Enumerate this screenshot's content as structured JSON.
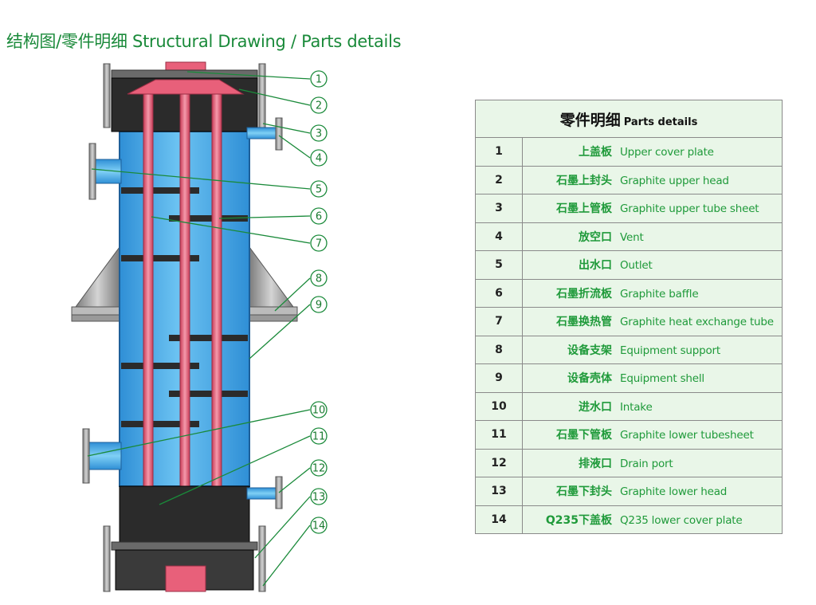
{
  "title": "结构图/零件明细 Structural Drawing / Parts details",
  "table": {
    "header_zh": "零件明细",
    "header_en": "Parts details",
    "rows": [
      {
        "num": "1",
        "zh": "上盖板",
        "en": "Upper cover plate"
      },
      {
        "num": "2",
        "zh": "石墨上封头",
        "en": "Graphite upper head"
      },
      {
        "num": "3",
        "zh": "石墨上管板",
        "en": "Graphite upper tube sheet"
      },
      {
        "num": "4",
        "zh": "放空口",
        "en": "Vent"
      },
      {
        "num": "5",
        "zh": "出水口",
        "en": "Outlet"
      },
      {
        "num": "6",
        "zh": "石墨折流板",
        "en": "Graphite baffle"
      },
      {
        "num": "7",
        "zh": "石墨换热管",
        "en": "Graphite heat exchange tube"
      },
      {
        "num": "8",
        "zh": "设备支架",
        "en": "Equipment support"
      },
      {
        "num": "9",
        "zh": "设备壳体",
        "en": "Equipment shell"
      },
      {
        "num": "10",
        "zh": "进水口",
        "en": "Intake"
      },
      {
        "num": "11",
        "zh": "石墨下管板",
        "en": "Graphite lower tubesheet"
      },
      {
        "num": "12",
        "zh": "排液口",
        "en": "Drain port"
      },
      {
        "num": "13",
        "zh": "石墨下封头",
        "en": "Graphite lower head"
      },
      {
        "num": "14",
        "zh": "Q235下盖板",
        "en": "Q235 lower cover plate"
      }
    ]
  },
  "callouts": [
    "1",
    "2",
    "3",
    "4",
    "5",
    "6",
    "7",
    "8",
    "9",
    "10",
    "11",
    "12",
    "13",
    "14"
  ],
  "colors": {
    "shell_blue": "#3fa9e8",
    "graphite_dark": "#2b2b2b",
    "tube_pink": "#e8607a",
    "steel_grey": "#a8a8a8",
    "callout_green": "#1a8a3a",
    "table_bg": "#e9f6e8"
  }
}
